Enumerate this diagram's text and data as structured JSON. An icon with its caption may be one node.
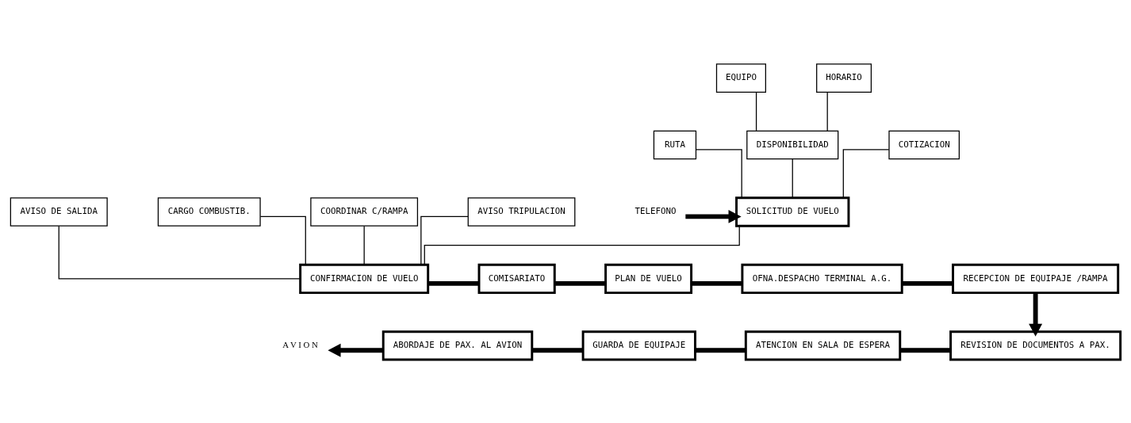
{
  "diagram": {
    "nodes": [
      {
        "text": [
          "EQUIPO"
        ]
      },
      {
        "text": [
          "HORARIO"
        ]
      },
      {
        "text": [
          "RUTA"
        ]
      },
      {
        "text": [
          "DISPONIBILIDAD"
        ]
      },
      {
        "text": [
          "COTIZACION"
        ]
      },
      {
        "text": [
          "TELEFONO"
        ]
      },
      {
        "text": [
          "SOLICITUD DE VUELO"
        ]
      },
      {
        "text": [
          "AVISO DE SALIDA"
        ]
      },
      {
        "text": [
          "CARGO COMBUSTIB."
        ]
      },
      {
        "text": [
          "COORDINAR C/RAMPA"
        ]
      },
      {
        "text": [
          "AVISO TRIPULACION"
        ]
      },
      {
        "text": [
          "CONFIRMACION DE VUELO"
        ]
      },
      {
        "text": [
          "COMISARIATO"
        ]
      },
      {
        "text": [
          "PLAN DE VUELO"
        ]
      },
      {
        "text": [
          "OFNA.DESPACHO TERMINAL A.G."
        ]
      },
      {
        "text": [
          "RECEPCION DE EQUIPAJE /RAMPA"
        ]
      },
      {
        "text": [
          "REVISION DE DOCUMENTOS A PAX."
        ]
      },
      {
        "text": [
          "ATENCION EN SALA DE ESPERA"
        ]
      },
      {
        "text": [
          "GUARDA DE EQUIPAJE"
        ]
      },
      {
        "text": [
          "ABORDAJE DE PAX. AL AVION"
        ]
      },
      {
        "text": [
          "A V I O N"
        ]
      }
    ],
    "edges": [
      {
        "from": 0,
        "to": 3,
        "arrow": "none"
      },
      {
        "from": 1,
        "to": 3,
        "arrow": "none"
      },
      {
        "from": 2,
        "to": 6,
        "arrow": "none"
      },
      {
        "from": 3,
        "to": 6,
        "arrow": "none"
      },
      {
        "from": 4,
        "to": 6,
        "arrow": "none"
      },
      {
        "from": 5,
        "to": 6,
        "arrow": "to",
        "style": "thick"
      },
      {
        "from": 6,
        "to": 11,
        "arrow": "none"
      },
      {
        "from": 7,
        "to": 11,
        "arrow": "none"
      },
      {
        "from": 8,
        "to": 11,
        "arrow": "none"
      },
      {
        "from": 9,
        "to": 11,
        "arrow": "none"
      },
      {
        "from": 10,
        "to": 11,
        "arrow": "none"
      },
      {
        "from": 11,
        "to": 12,
        "arrow": "none",
        "style": "thick"
      },
      {
        "from": 12,
        "to": 13,
        "arrow": "none",
        "style": "thick"
      },
      {
        "from": 13,
        "to": 14,
        "arrow": "none",
        "style": "thick"
      },
      {
        "from": 14,
        "to": 15,
        "arrow": "none",
        "style": "thick"
      },
      {
        "from": 15,
        "to": 16,
        "arrow": "to",
        "style": "thick"
      },
      {
        "from": 16,
        "to": 17,
        "arrow": "none",
        "style": "thick"
      },
      {
        "from": 17,
        "to": 18,
        "arrow": "none",
        "style": "thick"
      },
      {
        "from": 18,
        "to": 19,
        "arrow": "none",
        "style": "thick"
      },
      {
        "from": 19,
        "to": 20,
        "arrow": "to",
        "style": "thick"
      }
    ]
  }
}
